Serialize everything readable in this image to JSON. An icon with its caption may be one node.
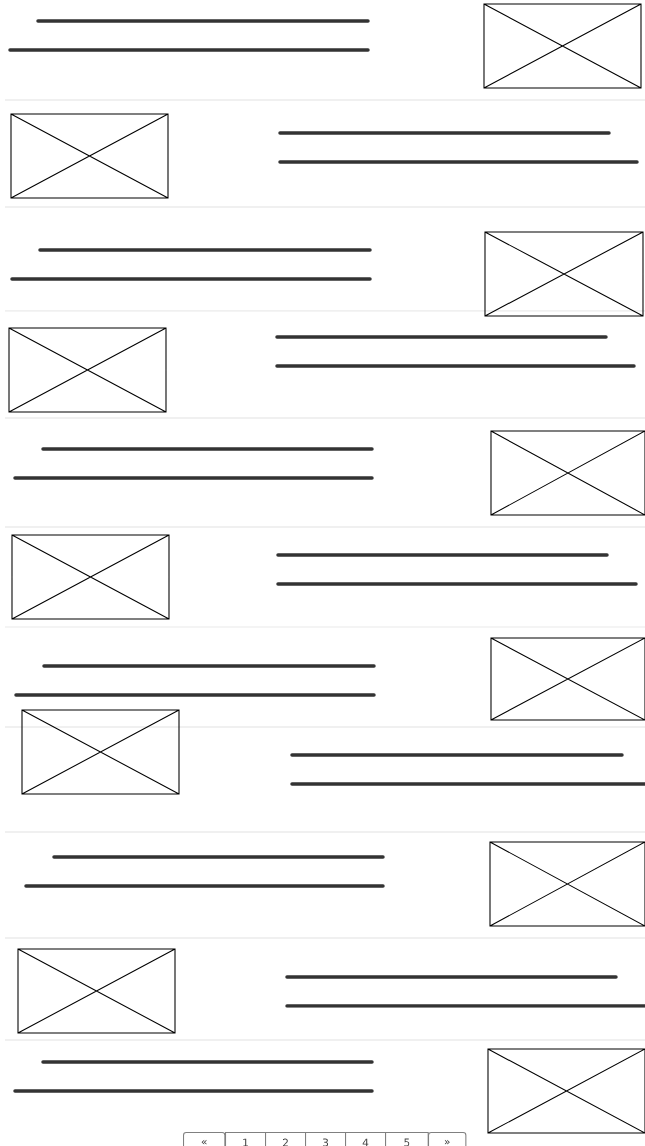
{
  "diagram": {
    "labels": [
      "«",
      "1",
      "2",
      "3",
      "4",
      "5",
      "»"
    ]
  }
}
